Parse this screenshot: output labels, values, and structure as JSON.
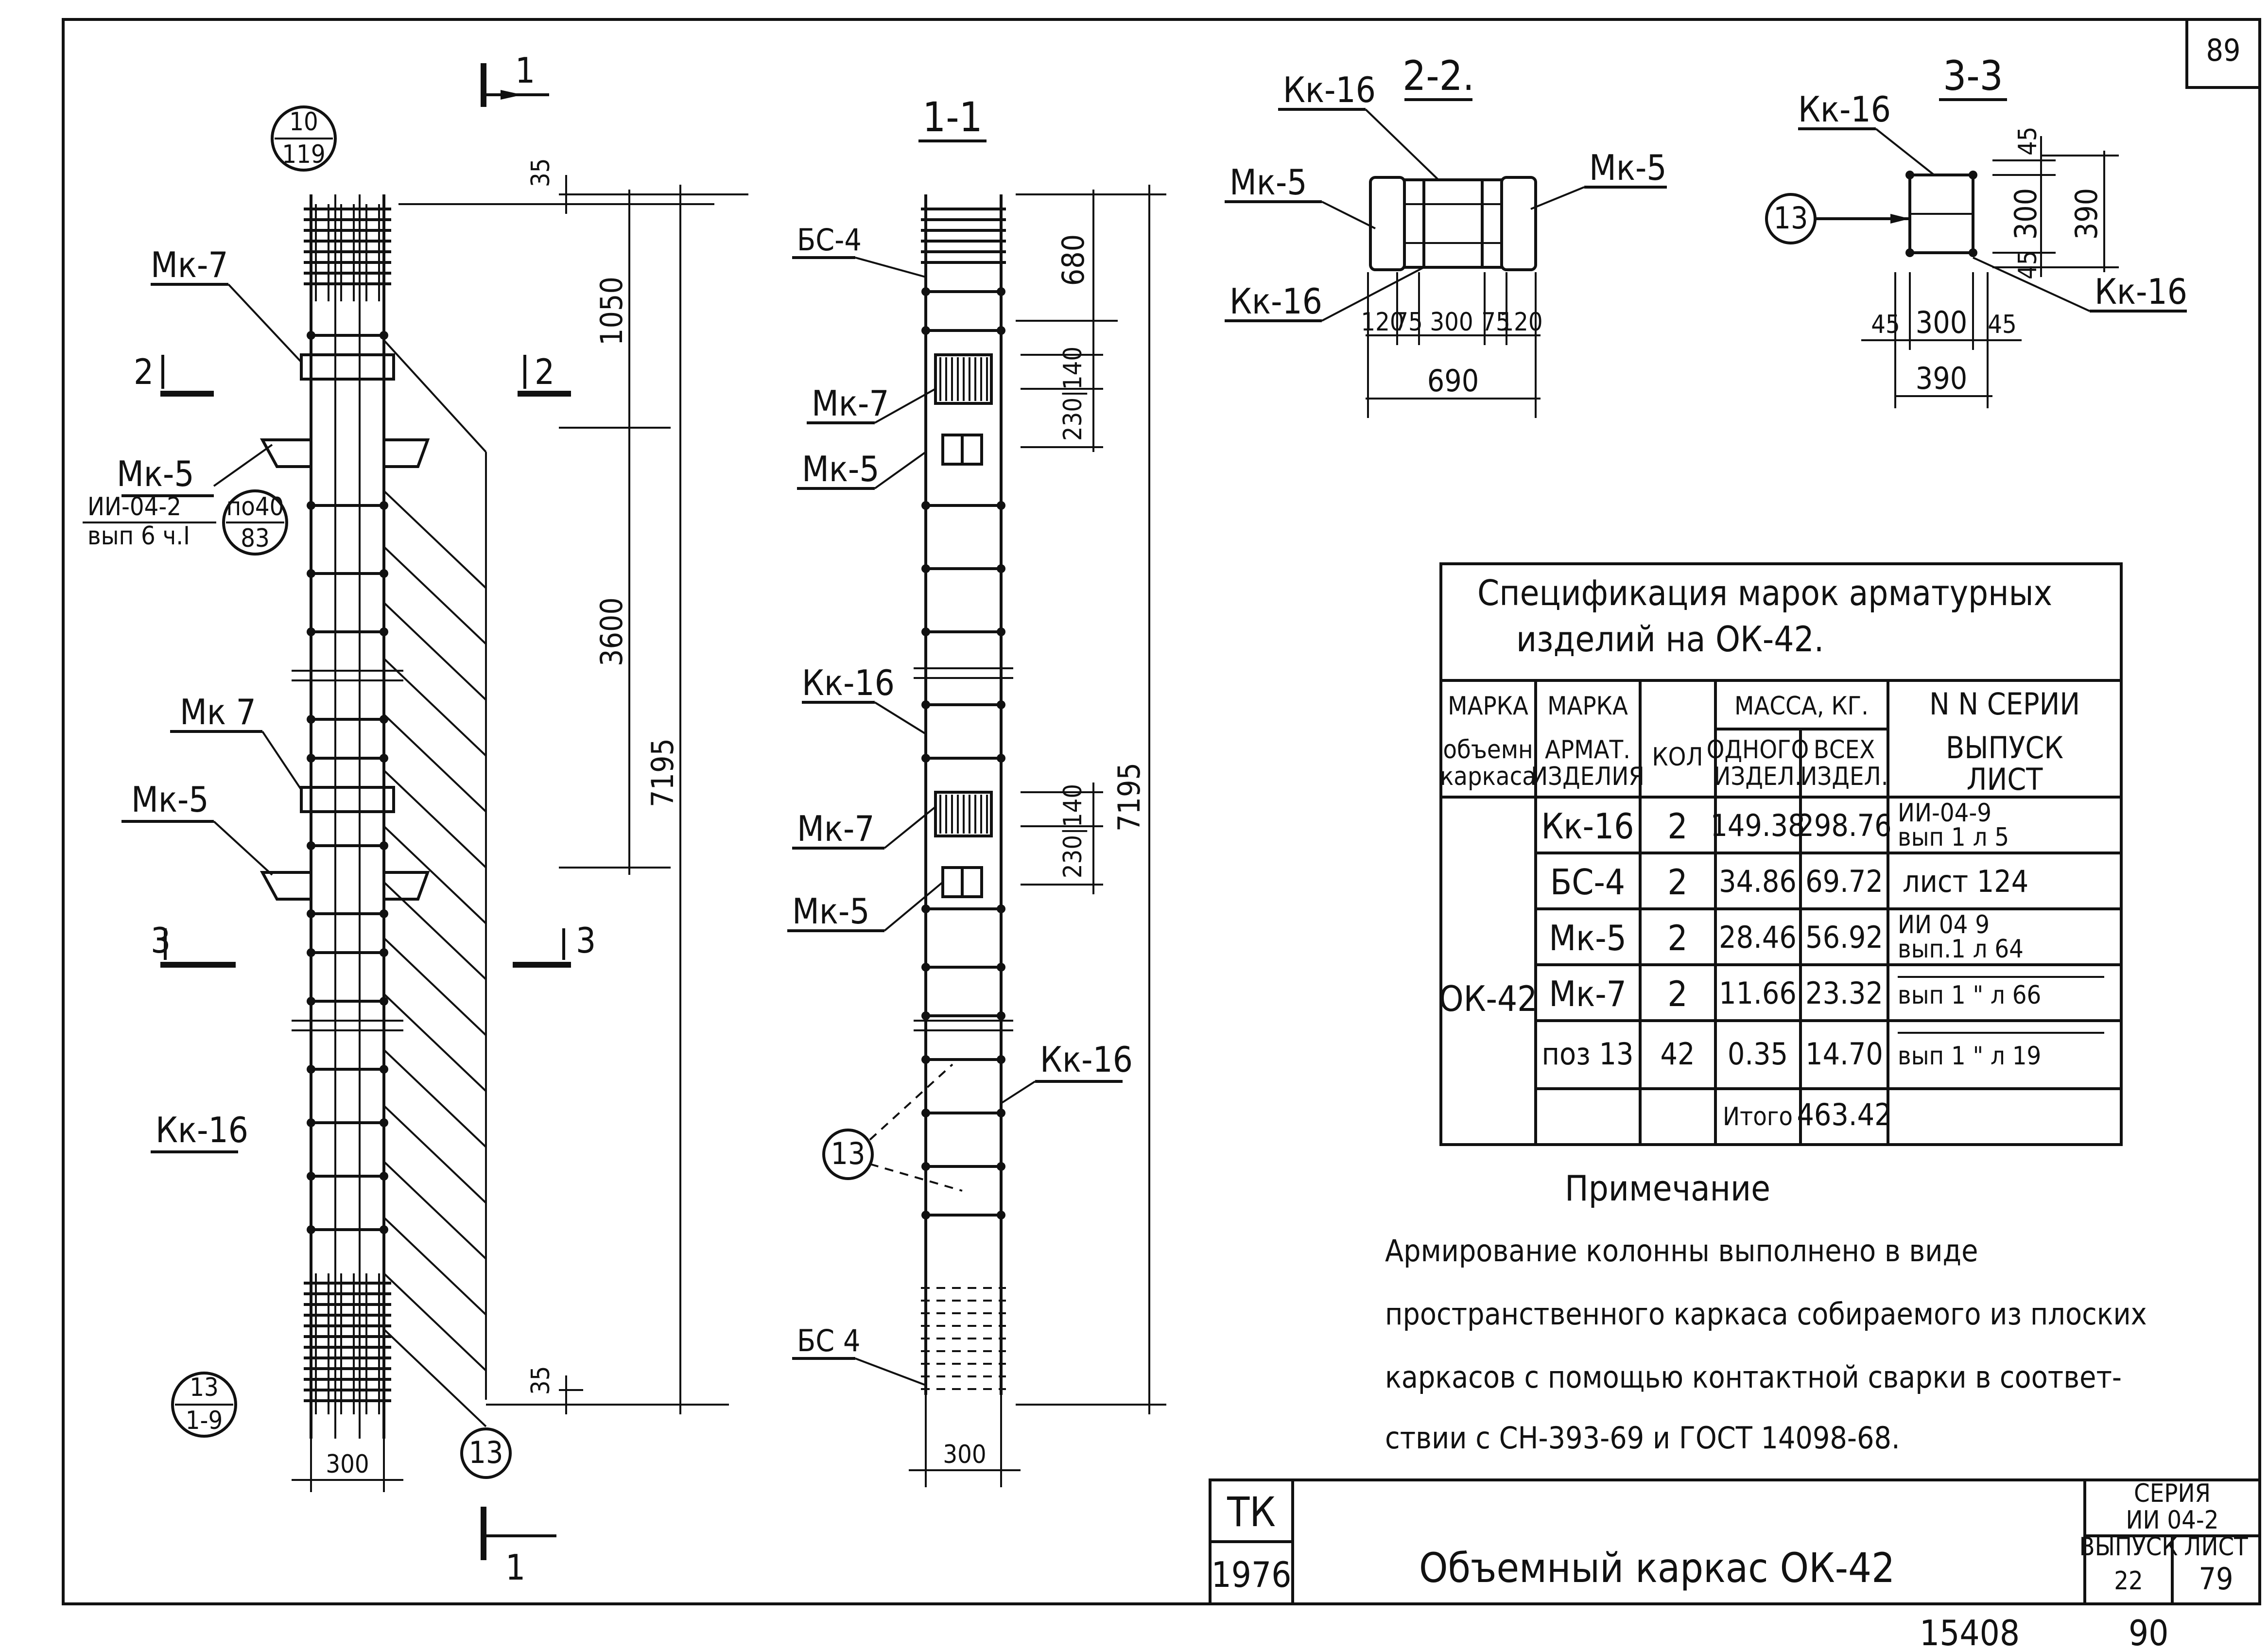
{
  "sheet": {
    "page_number": "89",
    "bottom_number_left": "15408",
    "bottom_number_right": "90"
  },
  "elevation": {
    "badge_top": {
      "top": "10",
      "bottom": "119"
    },
    "badge_bottom": {
      "top": "13",
      "bottom": "1-9"
    },
    "section_top_label": "1",
    "section_bottom_label": "1",
    "labels": {
      "mk7_top": "Мк-7",
      "mk5_top": "Мк-5",
      "mk5_ref_series": "ИИ-04-2",
      "mk5_ref_issue": "вып 6 ч.I",
      "ref_badge_top": "по40",
      "ref_badge_bottom": "83",
      "mk7_mid": "Мк 7",
      "mk5_mid": "Мк-5",
      "kk16": "Кк-16",
      "pos13": "13",
      "sec2_left": "2",
      "sec2_right": "2",
      "sec3_left": "3",
      "sec3_right": "3"
    },
    "dims": {
      "d35_top": "35",
      "d1050": "1050",
      "d3600": "3600",
      "d7195": "7195",
      "d35_bottom": "35",
      "d300": "300"
    }
  },
  "section_1_1": {
    "title": "1-1",
    "labels": {
      "bs4_top": "БС-4",
      "mk7_top": "Мк-7",
      "mk5_top": "Мк-5",
      "kk16_left": "Кк-16",
      "mk7_mid": "Мк-7",
      "mk5_mid": "Мк-5",
      "kk16_right": "Кк-16",
      "pos13": "13",
      "bs4_bottom": "БС 4"
    },
    "dims": {
      "d680": "680",
      "d230_140_top": "230|140",
      "d230_140_mid": "230|140",
      "d7195": "7195",
      "d300": "300"
    }
  },
  "section_2_2": {
    "title": "2-2.",
    "labels": {
      "kk16_top": "Кк-16",
      "mk5_left": "Мк-5",
      "mk5_right": "Мк-5",
      "kk16_bottom": "Кк-16"
    },
    "dims": {
      "d120a": "120",
      "d75a": "75",
      "d300": "300",
      "d75b": "75",
      "d120b": "120",
      "d690": "690"
    }
  },
  "section_3_3": {
    "title": "3-3",
    "labels": {
      "kk16_top": "Кк-16",
      "pos13": "13",
      "kk16_bottom": "Кк-16"
    },
    "dims": {
      "d45_top": "45",
      "d300_v": "300",
      "d45_v": "45",
      "d390_v": "390",
      "d45_left": "45",
      "d300_h": "300",
      "d45_right": "45",
      "d390_h": "390"
    }
  },
  "spec_table": {
    "title_line1": "Спецификация марок арматурных",
    "title_line2": "изделий на ОК-42.",
    "headers": {
      "col1_a": "МАРКА",
      "col1_b": "объемн",
      "col1_c": "каркаса",
      "col2_a": "МАРКА",
      "col2_b": "АРМАТ.",
      "col2_c": "ИЗДЕЛИЯ",
      "col3": "КОЛ",
      "col45": "МАССА, КГ.",
      "col4_a": "ОДНОГО",
      "col4_b": "ИЗДЕЛ.",
      "col5_a": "ВСЕХ",
      "col5_b": "ИЗДЕЛ.",
      "col6_a": "N N СЕРИИ",
      "col6_b": "ВЫПУСК",
      "col6_c": "ЛИСТ"
    },
    "group_mark": "ОК-42",
    "rows": [
      {
        "item": "Кк-16",
        "qty": "2",
        "one": "149.38",
        "all": "298.76",
        "ref1": "ИИ-04-9",
        "ref2": "вып 1  л 5"
      },
      {
        "item": "БС-4",
        "qty": "2",
        "one": "34.86",
        "all": "69.72",
        "ref1": "лист 124",
        "ref2": ""
      },
      {
        "item": "Мк-5",
        "qty": "2",
        "one": "28.46",
        "all": "56.92",
        "ref1": "ИИ 04 9",
        "ref2": "вып.1  л 64"
      },
      {
        "item": "Мк-7",
        "qty": "2",
        "one": "11.66",
        "all": "23.32",
        "ref1": "вып 1 \"  л 66",
        "ref2": ""
      },
      {
        "item": "поз 13",
        "qty": "42",
        "one": "0.35",
        "all": "14.70",
        "ref1": "вып 1 \"  л 19",
        "ref2": ""
      },
      {
        "item": "",
        "qty": "",
        "one": "Итого",
        "all": "463.42",
        "ref1": "",
        "ref2": ""
      }
    ]
  },
  "note": {
    "title": "Примечание",
    "lines": [
      "Армирование колонны выполнено в виде",
      "пространственного каркаса собираемого из плоских",
      "каркасов с помощью контактной сварки в соответ-",
      "ствии с СН-393-69 и ГОСТ 14098-68."
    ]
  },
  "title_block": {
    "tk": "ТК",
    "year": "1976",
    "title": "Объемный каркас ОК-42",
    "series_label": "СЕРИЯ",
    "series_value": "ИИ 04-2",
    "issue_label": "ВЫПУСК",
    "issue_value": "22",
    "sheet_label": "ЛИСТ",
    "sheet_value": "79"
  }
}
